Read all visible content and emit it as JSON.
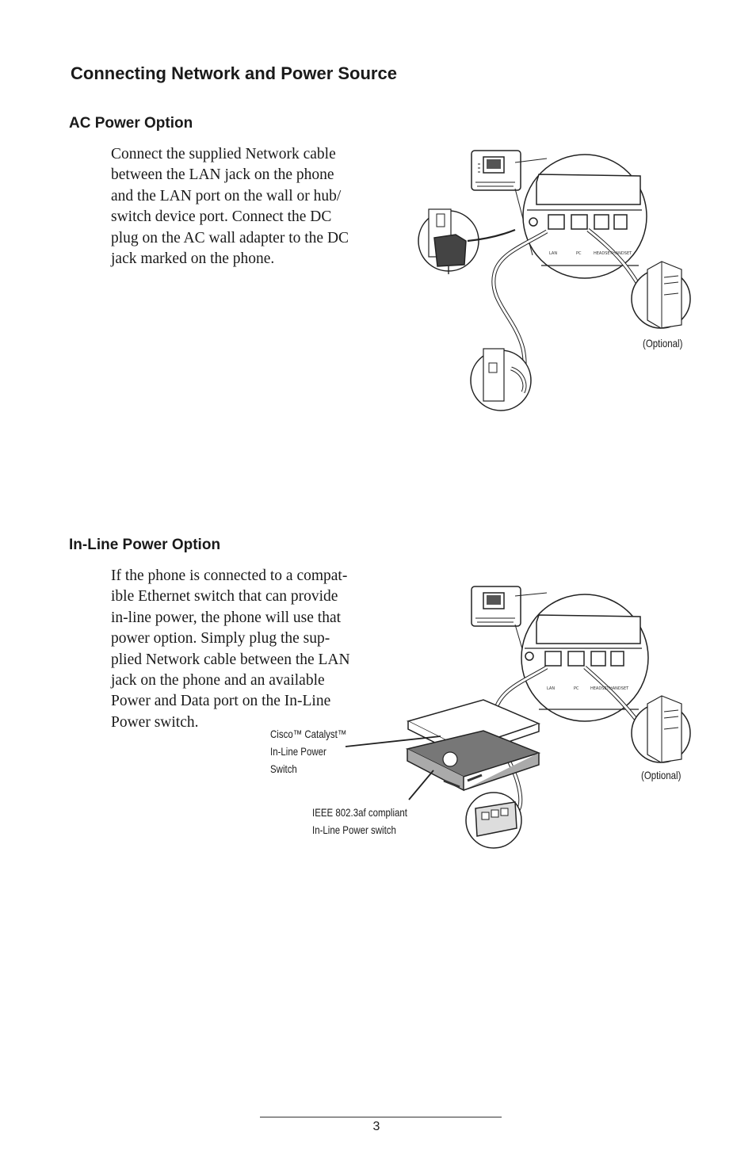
{
  "page_title": "Connecting Network and Power Source",
  "ac": {
    "heading": "AC Power Option",
    "lines": [
      "Connect the supplied Network cable",
      "between the LAN jack on the phone",
      "and the LAN port on the wall or hub/",
      "switch device port.  Connect the DC",
      "plug on the AC wall adapter to the DC",
      "jack marked on the phone."
    ],
    "optional_label": "(Optional)"
  },
  "inline": {
    "heading": "In-Line Power Option",
    "lines": [
      "If the phone is connected to a compat-",
      "ible Ethernet switch that can provide",
      "in-line power, the phone will use that",
      "power option.  Simply plug the sup-",
      "plied Network cable between the LAN",
      "jack on the phone and an available",
      "Power and Data port on the In-Line",
      "Power switch."
    ],
    "switch_label_lines": [
      "Cisco™ Catalyst™",
      "In-Line Power",
      "Switch"
    ],
    "ieee_label_lines": [
      "IEEE 802.3af compliant",
      "In-Line Power switch"
    ],
    "optional_label": "(Optional)"
  },
  "port_labels": [
    "LAN",
    "PC",
    "HEADSET",
    "HANDSET"
  ],
  "page_number": "3"
}
